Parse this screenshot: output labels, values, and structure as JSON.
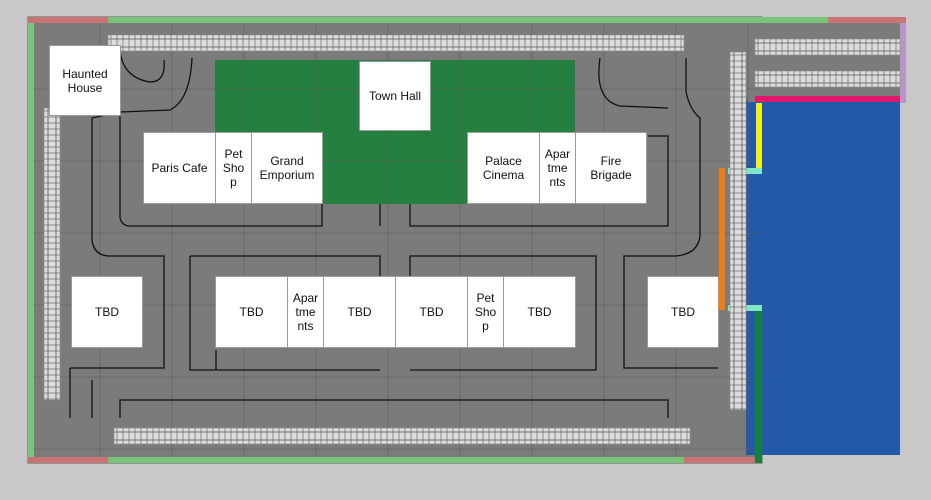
{
  "colors": {
    "background": "#c8c8c8",
    "road": "#7b7b7b",
    "park": "#238040",
    "water": "#2359a8",
    "building": "#ffffff",
    "edge_green": "#7cc47c",
    "edge_red": "#c87474",
    "track_rail": "#dcdcdc",
    "curb_line": "#111111",
    "harbor_pink": "#e0176a",
    "harbor_yellow": "#f2ee18",
    "harbor_orange": "#f07c10",
    "harbor_mint": "#80e6c6",
    "harbor_darkgreen": "#138040",
    "harbor_lilac": "#b896c8"
  },
  "buildings": [
    {
      "id": "haunted-house",
      "label": "Haunted House",
      "lines": [
        "Haunted",
        "House"
      ]
    },
    {
      "id": "town-hall",
      "label": "Town Hall",
      "lines": [
        "Town Hall"
      ]
    },
    {
      "id": "paris-cafe",
      "label": "Paris Cafe",
      "lines": [
        "Paris Cafe"
      ]
    },
    {
      "id": "pet-shop-north",
      "label": "Pet Shop",
      "lines": [
        "Pet",
        "Sho",
        "p"
      ]
    },
    {
      "id": "grand-emporium",
      "label": "Grand Emporium",
      "lines": [
        "Grand",
        "Emporium"
      ]
    },
    {
      "id": "palace-cinema",
      "label": "Palace Cinema",
      "lines": [
        "Palace",
        "Cinema"
      ]
    },
    {
      "id": "apartments-north",
      "label": "Apartments",
      "lines": [
        "Apar",
        "tme",
        "nts"
      ]
    },
    {
      "id": "fire-brigade",
      "label": "Fire Brigade",
      "lines": [
        "Fire",
        "Brigade"
      ]
    },
    {
      "id": "tbd-west",
      "label": "TBD",
      "lines": [
        "TBD"
      ]
    },
    {
      "id": "tbd-south-1",
      "label": "TBD",
      "lines": [
        "TBD"
      ]
    },
    {
      "id": "apartments-south",
      "label": "Apartments",
      "lines": [
        "Apar",
        "tme",
        "nts"
      ]
    },
    {
      "id": "tbd-south-2",
      "label": "TBD",
      "lines": [
        "TBD"
      ]
    },
    {
      "id": "tbd-south-3",
      "label": "TBD",
      "lines": [
        "TBD"
      ]
    },
    {
      "id": "pet-shop-south",
      "label": "Pet Shop",
      "lines": [
        "Pet",
        "Sho",
        "p"
      ]
    },
    {
      "id": "tbd-south-4",
      "label": "TBD",
      "lines": [
        "TBD"
      ]
    },
    {
      "id": "tbd-east",
      "label": "TBD",
      "lines": [
        "TBD"
      ]
    }
  ]
}
